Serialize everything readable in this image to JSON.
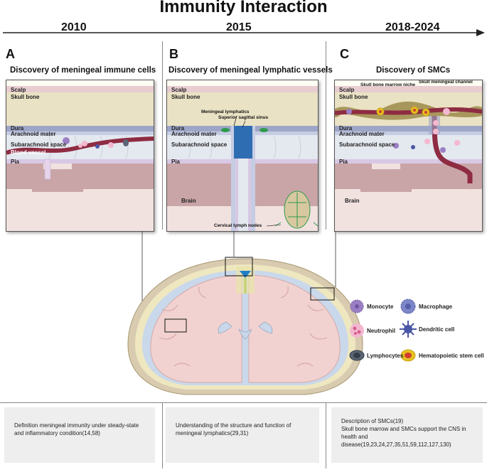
{
  "title": "Immunity Interaction",
  "timeline": {
    "years": [
      "2010",
      "2015",
      "2018-2024"
    ]
  },
  "panels": [
    {
      "letter": "A",
      "heading": "Discovery of meningeal immune cells",
      "layers": {
        "scalp": "Scalp",
        "skull": "Skull bone",
        "dura": "Dura",
        "arachnoid": "Arachnoid mater",
        "subarachnoid": "Subarachnoid space",
        "vessel": "Blood vessel",
        "pia": "Pia"
      }
    },
    {
      "letter": "B",
      "heading": "Discovery of meningeal lymphatic vessels",
      "layers": {
        "scalp": "Scalp",
        "skull": "Skull bone",
        "dura": "Dura",
        "arachnoid": "Arachnoid mater",
        "subarachnoid": "Subarachnoid space",
        "pia": "Pia",
        "brain": "Brain"
      },
      "callouts": {
        "lymphatics": "Meningeal lymphatics",
        "sinus": "Superior sagittal sinus",
        "nodes": "Cervical lymph nodes"
      }
    },
    {
      "letter": "C",
      "heading": "Discovery of SMCs",
      "layers": {
        "scalp": "Scalp",
        "skull": "Skull bone",
        "dura": "Dura",
        "arachnoid": "Arachnoid mater",
        "subarachnoid": "Subarachnoid space",
        "pia": "Pia",
        "brain": "Brain"
      },
      "callouts": {
        "niche": "Skull bone marrow niche",
        "channel": "Skull meningeal channel"
      }
    }
  ],
  "legend": [
    {
      "label": "Monocyte",
      "color": "#9b7fc4"
    },
    {
      "label": "Macrophage",
      "color": "#7d86c9"
    },
    {
      "label": "Neutrophil",
      "color": "#f3b8cf"
    },
    {
      "label": "Dendritic cell",
      "color": "#4a56a6"
    },
    {
      "label": "Lymphocytes",
      "color": "#5a6575"
    },
    {
      "label": "Hematopoietic stem cell",
      "color": "#e3c21f"
    }
  ],
  "summaries": [
    "Definition meningeal immunity under steady-state and inflammatory condition(14,58)",
    "Understanding of the structure and function of meningeal  lymphatics(29,31)",
    "Description of SMCs(19)\nSkull bone marrow and SMCs support the CNS in health and disease(19,23,24,27,35,51,59,112,127,130)"
  ]
}
